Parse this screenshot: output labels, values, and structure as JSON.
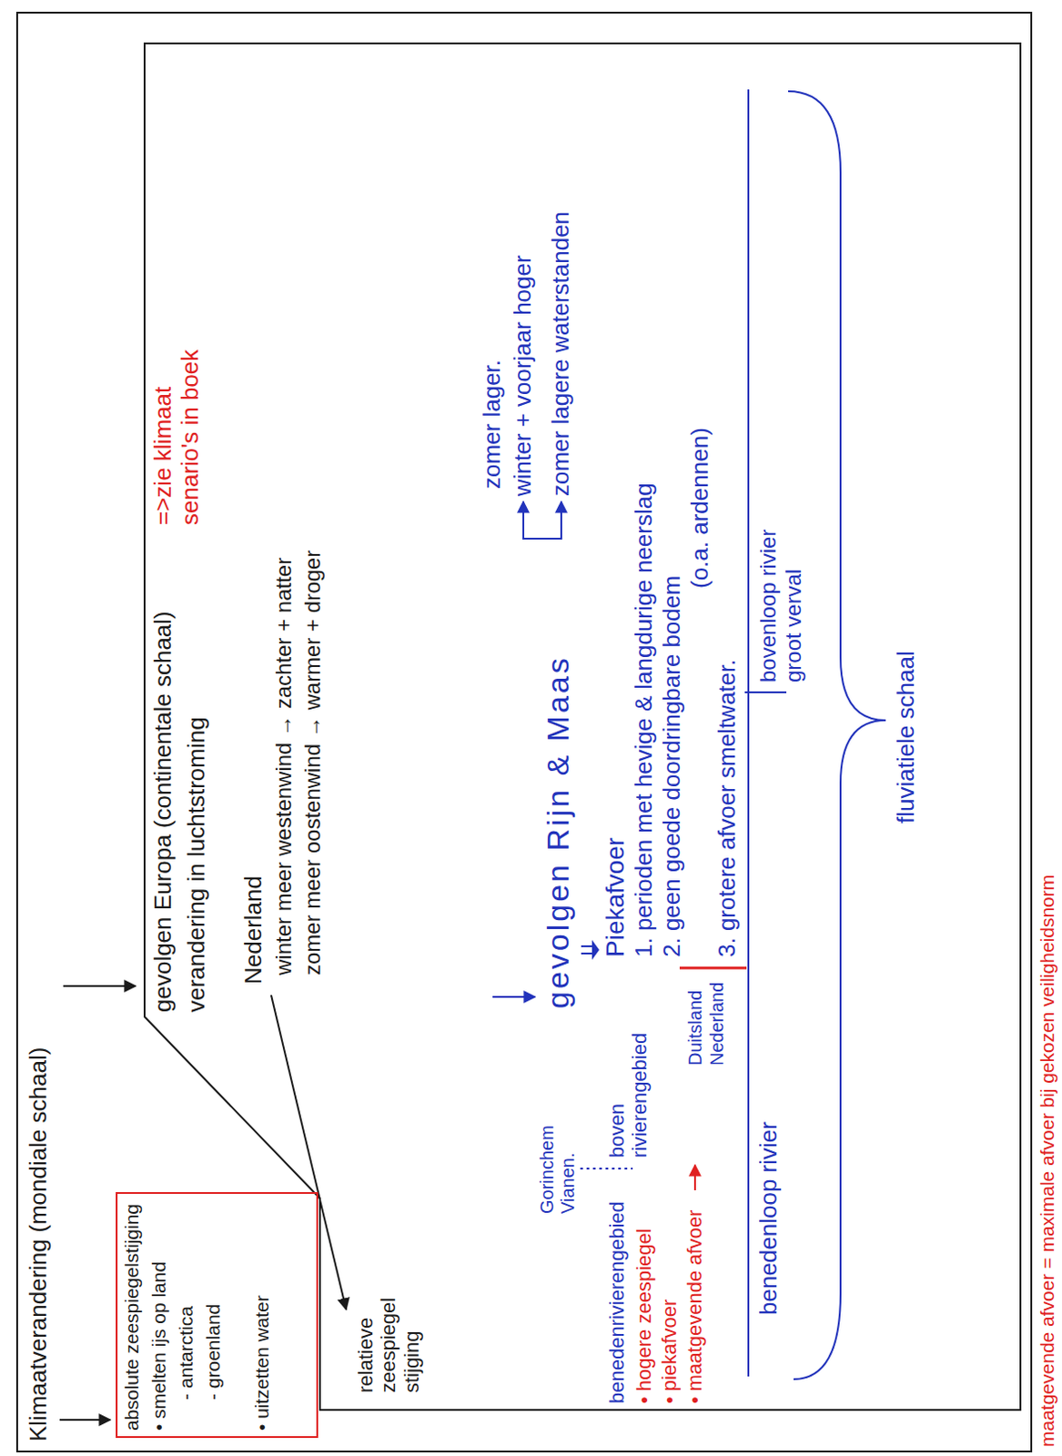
{
  "diagram": {
    "caption": "maatgevende afvoer = maximale afvoer bij gekozen veiligheidsnorm",
    "nodes": [
      {
        "text": [
          "Klimaatverandering (mondiale schaal)"
        ]
      },
      {
        "text": [
          "absolute zeespiegelstijging",
          "• smelten ijs op land",
          "- antarctica",
          "- groenland",
          "• uitzetten water"
        ],
        "in": 0
      },
      {
        "text": [
          "gevolgen Europa (continentale schaal)",
          "=>zie klimaat senario's in boek",
          "verandering in luchtstroming",
          "Nederland",
          "winter meer westenwind → zachter + natter",
          "zomer meer oostenwind → warmer + droger",
          "relatieve zeespiegel stijging",
          "Gorinchem Vianen.",
          "benedenrivierengebied",
          "boven rivierengebied",
          "• hogere zeespiegel",
          "• piekafvoer",
          "• maatgevende afvoer",
          "Duitsland",
          "Nederland",
          "gevolgen Rijn & Maas",
          "zomer lager.",
          "winter + voorjaar hoger",
          "zomer lagere waterstanden",
          "Piekafvoer",
          "1. perioden met hevige & langdurige neerslag",
          "2. geen goede doordringbare bodem",
          "(o.a. ardennen)",
          "3. grotere afvoer smeltwater.",
          "benedenloop rivier",
          "bovenloop rivier groot verval",
          "fluviatiele schaal"
        ],
        "in": 0
      }
    ]
  }
}
